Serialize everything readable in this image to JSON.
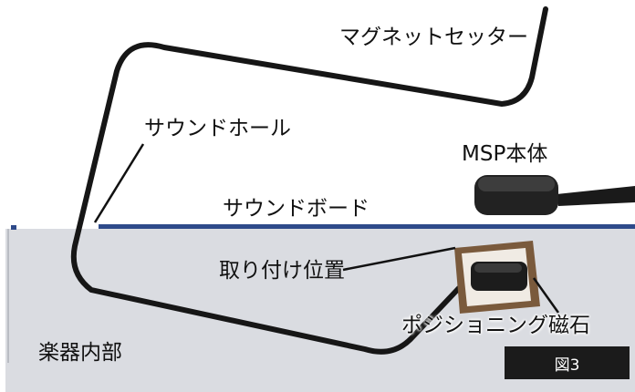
{
  "labels": {
    "magnet_setter": "マグネットセッター",
    "sound_hole": "サウンドホール",
    "msp_body": "MSP本体",
    "sound_board": "サウンドボード",
    "mount_position": "取り付け位置",
    "positioning_magnet": "ポジショニング磁石",
    "instrument_interior": "楽器内部",
    "figure_tag": "図3"
  },
  "colors": {
    "interior_fill": "#dadce1",
    "sound_board_line": "#2e4a8a",
    "outline": "#161616",
    "tag_bg": "#1b1b1b",
    "pad": "#7a5a3c"
  }
}
